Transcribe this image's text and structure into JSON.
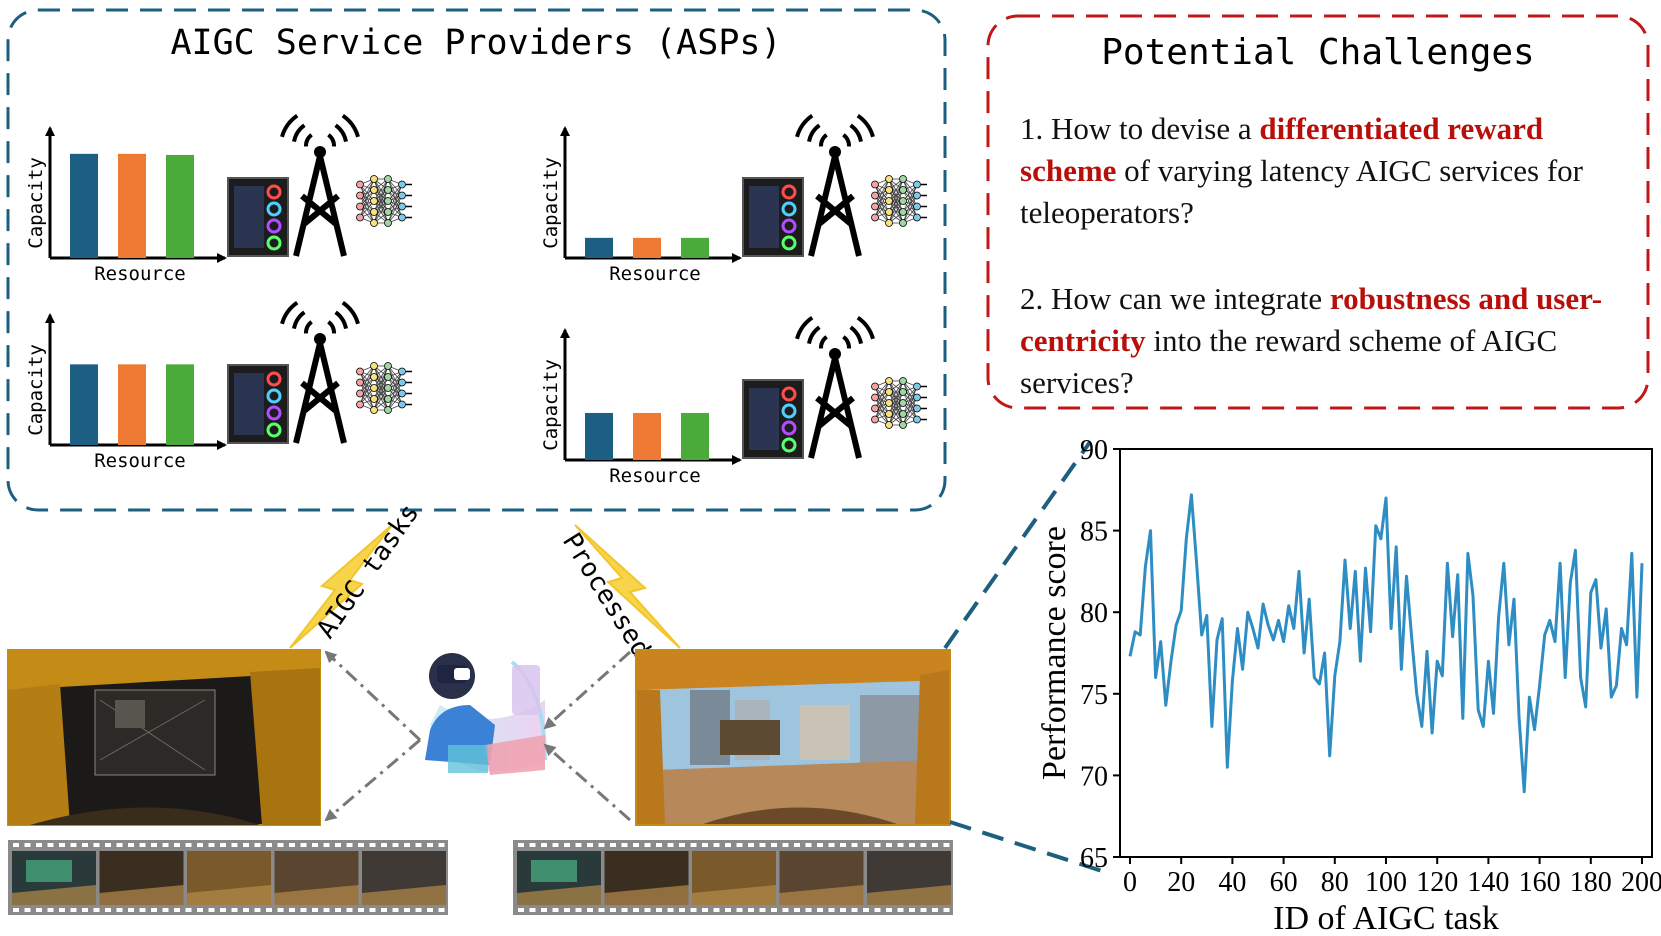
{
  "asps": {
    "title": "AIGC Service Providers (ASPs)",
    "panels": [
      {
        "ylabel": "Capacity",
        "xlabel": "Resource",
        "bars": [
          0.93,
          0.93,
          0.92
        ]
      },
      {
        "ylabel": "Capacity",
        "xlabel": "Resource",
        "bars": [
          0.18,
          0.18,
          0.18
        ]
      },
      {
        "ylabel": "Capacity",
        "xlabel": "Resource",
        "bars": [
          0.72,
          0.72,
          0.72
        ]
      },
      {
        "ylabel": "Capacity",
        "xlabel": "Resource",
        "bars": [
          0.42,
          0.42,
          0.42
        ]
      }
    ],
    "bar_colors": [
      "#1d5f84",
      "#ee7a33",
      "#4aab3a"
    ]
  },
  "challenges": {
    "title": "Potential Challenges",
    "q1": {
      "pre": "1. How to devise a ",
      "bold": "differentiated reward scheme",
      "post": " of varying latency AIGC services for teleoperators?"
    },
    "q2": {
      "pre": "2. How can we integrate ",
      "bold": "robustness and user-centricity",
      "post": " into the reward scheme of AIGC services?"
    }
  },
  "flow": {
    "up_label": "AIGC tasks",
    "down_label": "Processed"
  },
  "colors": {
    "asp_border": "#1c5f7f",
    "challenge_border": "#c01818",
    "emphasis": "#b80f0a",
    "line": "#2e8ec4",
    "lightning": "#f7d44a"
  },
  "chart_data": {
    "type": "line",
    "xlabel": "ID of AIGC task",
    "ylabel": "Performance score",
    "xlim": [
      0,
      200
    ],
    "ylim": [
      65,
      90
    ],
    "xticks": [
      0,
      20,
      40,
      60,
      80,
      100,
      120,
      140,
      160,
      180,
      200
    ],
    "yticks": [
      65,
      70,
      75,
      80,
      85,
      90
    ],
    "x": [
      0,
      2,
      4,
      6,
      8,
      10,
      12,
      14,
      16,
      18,
      20,
      22,
      24,
      26,
      28,
      30,
      32,
      34,
      36,
      38,
      40,
      42,
      44,
      46,
      48,
      50,
      52,
      54,
      56,
      58,
      60,
      62,
      64,
      66,
      68,
      70,
      72,
      74,
      76,
      78,
      80,
      82,
      84,
      86,
      88,
      90,
      92,
      94,
      96,
      98,
      100,
      102,
      104,
      106,
      108,
      110,
      112,
      114,
      116,
      118,
      120,
      122,
      124,
      126,
      128,
      130,
      132,
      134,
      136,
      138,
      140,
      142,
      144,
      146,
      148,
      150,
      152,
      154,
      156,
      158,
      160,
      162,
      164,
      166,
      168,
      170,
      172,
      174,
      176,
      178,
      180,
      182,
      184,
      186,
      188,
      190,
      192,
      194,
      196,
      198,
      200
    ],
    "y": [
      77.3,
      78.8,
      78.6,
      82.8,
      85.0,
      76.0,
      78.2,
      74.3,
      77.0,
      79.2,
      80.1,
      84.5,
      87.2,
      83.0,
      78.6,
      79.8,
      73.0,
      78.3,
      79.6,
      70.5,
      75.8,
      79.0,
      76.5,
      80.0,
      79.0,
      77.8,
      80.5,
      79.2,
      78.3,
      79.5,
      78.2,
      80.4,
      79.0,
      82.5,
      77.5,
      80.8,
      76.0,
      75.6,
      77.5,
      71.2,
      76.1,
      78.2,
      83.2,
      79.0,
      82.5,
      77.0,
      82.7,
      78.8,
      85.3,
      84.5,
      87.0,
      79.0,
      84.0,
      76.5,
      82.2,
      78.5,
      75.0,
      73.0,
      77.6,
      72.6,
      77.0,
      76.1,
      83.0,
      78.5,
      82.3,
      73.5,
      83.6,
      81.0,
      74.0,
      73.0,
      77.0,
      73.8,
      79.7,
      83.0,
      78.0,
      80.8,
      73.5,
      69.0,
      74.8,
      72.8,
      75.5,
      78.6,
      79.5,
      78.2,
      83.0,
      76.0,
      81.8,
      83.8,
      76.0,
      74.2,
      81.2,
      82.0,
      77.8,
      80.2,
      74.8,
      75.5,
      79.0,
      78.0,
      83.6,
      74.8,
      83.0
    ]
  }
}
